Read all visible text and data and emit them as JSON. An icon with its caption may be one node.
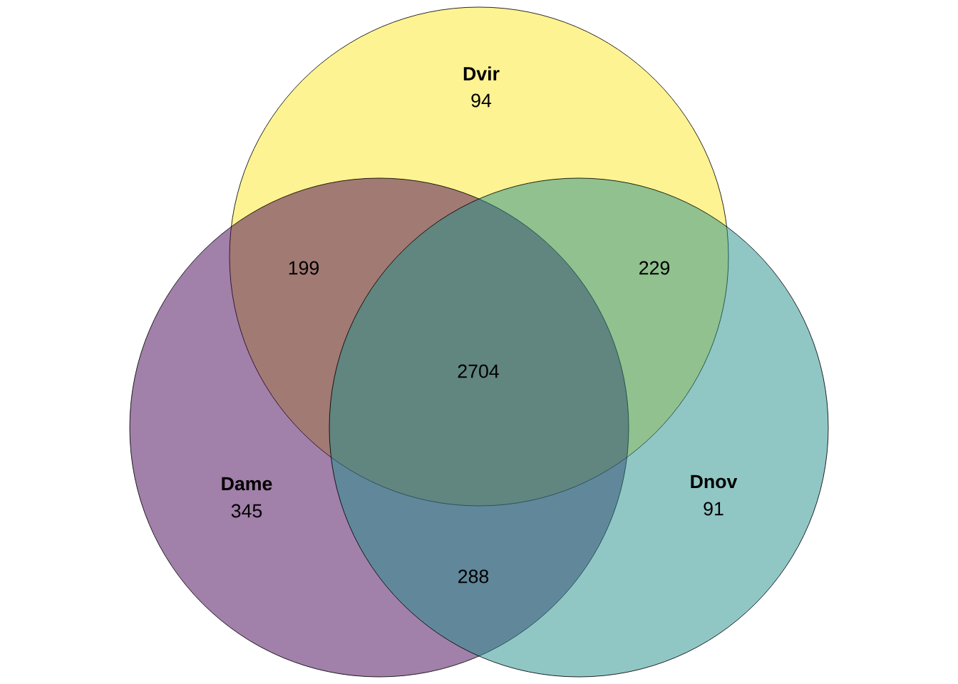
{
  "diagram": {
    "nodes": [
      {
        "text": [
          "Dvir",
          "94"
        ]
      },
      {
        "text": [
          "Dame",
          "345"
        ]
      },
      {
        "text": [
          "Dnov",
          "91"
        ]
      }
    ],
    "labels": [
      "199",
      "229",
      "2704",
      "288"
    ]
  }
}
